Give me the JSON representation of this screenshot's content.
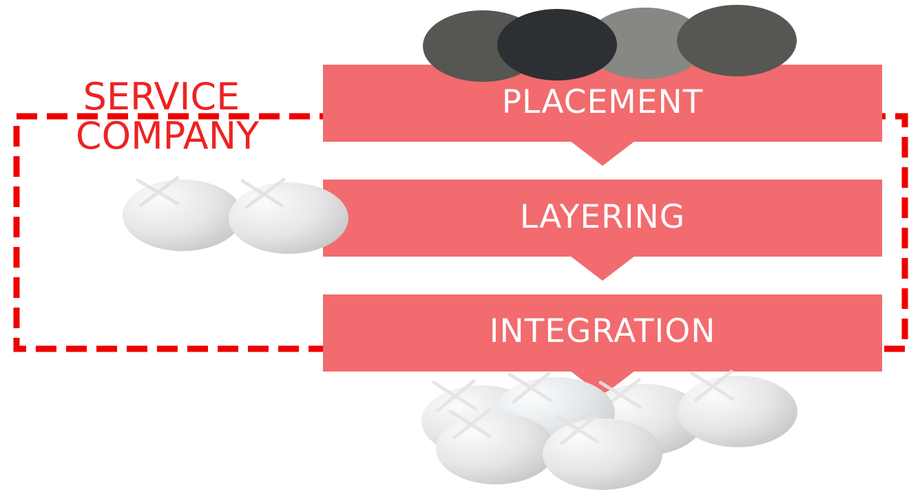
{
  "colors": {
    "stage_fill": "#f26b6e",
    "service_border": "#ee0000",
    "service_text": "#ee2222",
    "stage_text": "#ffffff",
    "dirty_coins": [
      "#565752",
      "#2d3033",
      "#878883",
      "#565752"
    ],
    "clean_coin_light": "#f6f6f6",
    "clean_coin_dark": "#c9c9c9"
  },
  "service_company": {
    "line1": "SERVICE",
    "line2": "COMPANY",
    "border_style": "dashed"
  },
  "stages": [
    {
      "label": "PLACEMENT"
    },
    {
      "label": "LAYERING"
    },
    {
      "label": "INTEGRATION"
    }
  ],
  "icons": {
    "dirty_money": "dark-coin-icon",
    "clean_money": "shiny-coin-icon",
    "step_arrow": "down-pointer-icon"
  }
}
